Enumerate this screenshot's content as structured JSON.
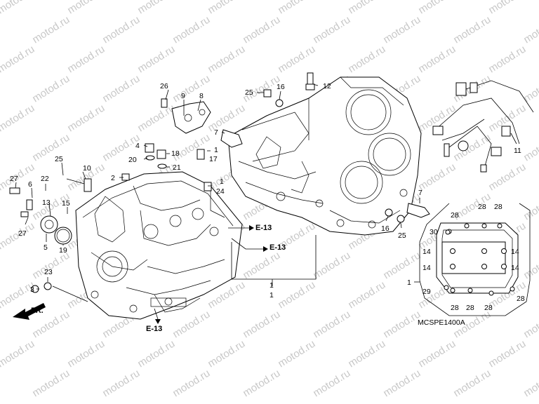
{
  "watermark": {
    "text": "motod.ru",
    "color": "#c8c8c8"
  },
  "diagram_code": "MCSPE1400A",
  "markers": {
    "e13_top": "E-13",
    "e13_mid": "E-13",
    "e13_bottom": "E-13",
    "front": "FR."
  },
  "callouts": {
    "p1_lower": "1",
    "p1_lower_b": "1",
    "p1_inset": "1",
    "p1_small": "1",
    "p1_small2": "1",
    "p2": "2",
    "p3": "3",
    "p4": "4",
    "p5": "5",
    "p6": "6",
    "p7": "7",
    "p8": "8",
    "p9": "9",
    "p10": "10",
    "p11": "11",
    "p12": "12",
    "p13": "13",
    "p14_a": "14",
    "p14_b": "14",
    "p14_c": "14",
    "p14_d": "14",
    "p15": "15",
    "p16_top": "16",
    "p16_right": "16",
    "p17": "17",
    "p18": "18",
    "p19": "19",
    "p20": "20",
    "p21": "21",
    "p22": "22",
    "p23": "23",
    "p24": "24",
    "p25_left": "25",
    "p25_top": "25",
    "p25_right": "25",
    "p26": "26",
    "p27_top": "27",
    "p27_bottom": "27",
    "p28_a": "28",
    "p28_b": "28",
    "p28_c": "28",
    "p28_d": "28",
    "p28_e": "28",
    "p28_f": "28",
    "p28_g": "28",
    "p29": "29",
    "p30": "30"
  }
}
